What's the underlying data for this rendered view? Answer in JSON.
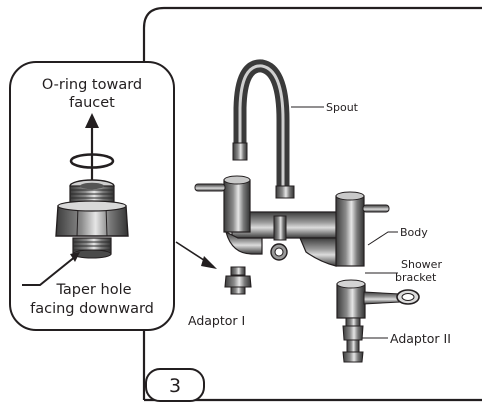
{
  "step": {
    "number": "3"
  },
  "callout": {
    "top_label": [
      "O-ring toward",
      "faucet"
    ],
    "bottom_label": [
      "Taper hole",
      "facing downward"
    ]
  },
  "parts": {
    "spout": "Spout",
    "body": "Body",
    "shower_bracket": [
      "Shower",
      "bracket"
    ],
    "adaptor_1": "Adaptor I",
    "adaptor_2": "Adaptor II"
  },
  "colors": {
    "ink": "#231f20",
    "background": "#ffffff",
    "metal": "#5a5a5a",
    "highlight": "#d9d9d9"
  }
}
